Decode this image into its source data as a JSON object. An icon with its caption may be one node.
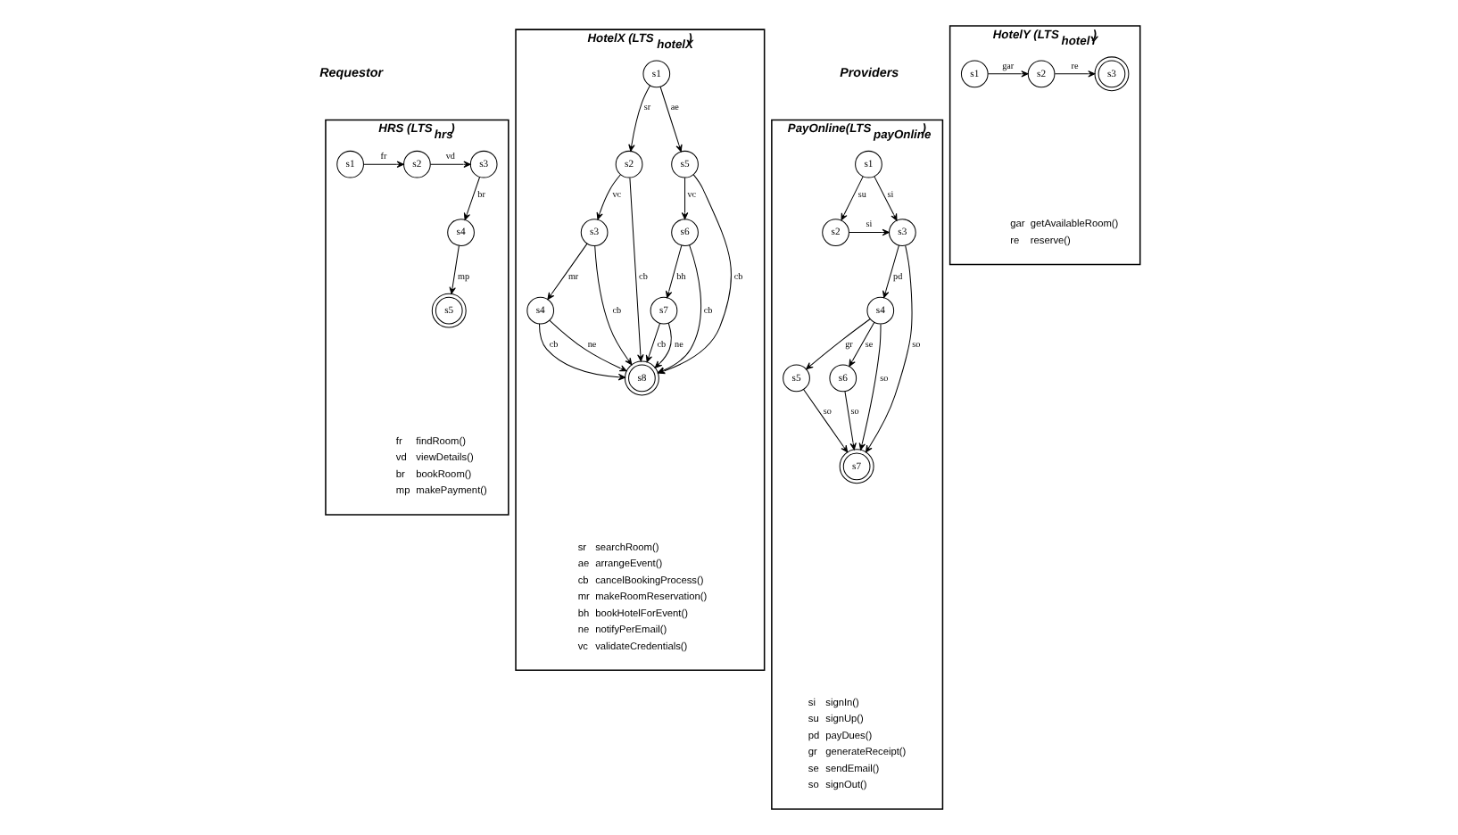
{
  "diagram": {
    "nodes": [
      {
        "text": [
          "HRS (LTS$_{hrs}$)",
          "fr",
          "findRoom()",
          "vd",
          "viewDetails()",
          "br",
          "bookRoom()",
          "mp",
          "makePayment()"
        ]
      },
      {
        "text": [
          "s1"
        ],
        "in": 0
      },
      {
        "text": [
          "s2"
        ],
        "in": 0
      },
      {
        "text": [
          "s3"
        ],
        "in": 0
      },
      {
        "text": [
          "s4"
        ],
        "in": 0
      },
      {
        "text": [
          "s5"
        ],
        "in": 0
      },
      {
        "text": [
          "HotelX (LTS$_{hotelX}$)",
          "sr",
          "searchRoom()",
          "ae",
          "arrangeEvent()",
          "cb",
          "cancelBookingProcess()",
          "mr",
          "makeRoomReservation()",
          "bh",
          "bookHotelForEvent()",
          "ne",
          "notifyPerEmail()",
          "vc",
          "validateCredentials()"
        ]
      },
      {
        "text": [
          "s1"
        ],
        "in": 6
      },
      {
        "text": [
          "s2"
        ],
        "in": 6
      },
      {
        "text": [
          "s3"
        ],
        "in": 6
      },
      {
        "text": [
          "s4"
        ],
        "in": 6
      },
      {
        "text": [
          "s5"
        ],
        "in": 6
      },
      {
        "text": [
          "s6"
        ],
        "in": 6
      },
      {
        "text": [
          "s7"
        ],
        "in": 6
      },
      {
        "text": [
          "s8"
        ],
        "in": 6
      },
      {
        "text": [
          "PayOnline(LTS$_{payOnline}$)",
          "si",
          "signIn()",
          "su",
          "signUp()",
          "pd",
          "payDues()",
          "gr",
          "generateReceipt()",
          "se",
          "sendEmail()",
          "so",
          "signOut()"
        ]
      },
      {
        "text": [
          "s1"
        ],
        "in": 15
      },
      {
        "text": [
          "s2"
        ],
        "in": 15
      },
      {
        "text": [
          "s3"
        ],
        "in": 15
      },
      {
        "text": [
          "s4"
        ],
        "in": 15
      },
      {
        "text": [
          "s5"
        ],
        "in": 15
      },
      {
        "text": [
          "s6"
        ],
        "in": 15
      },
      {
        "text": [
          "s7"
        ],
        "in": 15
      },
      {
        "text": [
          "HotelY (LTS$_{hotelY}$)",
          "gar",
          "getAvailableRoom()",
          "re",
          "reserve()"
        ]
      },
      {
        "text": [
          "s1"
        ],
        "in": 23
      },
      {
        "text": [
          "s2"
        ],
        "in": 23
      },
      {
        "text": [
          "s3"
        ],
        "in": 23
      }
    ],
    "edges": [
      {
        "from": 1,
        "to": 2,
        "arrow": "to",
        "label": "fr"
      },
      {
        "from": 2,
        "to": 3,
        "arrow": "to",
        "label": "vd"
      },
      {
        "from": 3,
        "to": 4,
        "arrow": "to",
        "label": "br"
      },
      {
        "from": 4,
        "to": 5,
        "arrow": "to",
        "label": "mp"
      },
      {
        "from": 7,
        "to": 8,
        "arrow": "to",
        "label": "sr"
      },
      {
        "from": 7,
        "to": 11,
        "arrow": "to",
        "label": "ae"
      },
      {
        "from": 8,
        "to": 9,
        "arrow": "to",
        "label": "vc"
      },
      {
        "from": 11,
        "to": 12,
        "arrow": "to",
        "label": "vc"
      },
      {
        "from": 9,
        "to": 10,
        "arrow": "to",
        "label": "mr"
      },
      {
        "from": 12,
        "to": 13,
        "arrow": "to",
        "label": "bh"
      },
      {
        "from": 8,
        "to": 14,
        "arrow": "to",
        "label": "cb"
      },
      {
        "from": 11,
        "to": 14,
        "arrow": "to",
        "label": "cb"
      },
      {
        "from": 9,
        "to": 14,
        "arrow": "to",
        "label": "cb"
      },
      {
        "from": 12,
        "to": 14,
        "arrow": "to",
        "label": "cb"
      },
      {
        "from": 10,
        "to": 14,
        "arrow": "to",
        "label": "cb"
      },
      {
        "from": 13,
        "to": 14,
        "arrow": "to",
        "label": "cb"
      },
      {
        "from": 10,
        "to": 14,
        "arrow": "to",
        "label": "ne"
      },
      {
        "from": 13,
        "to": 14,
        "arrow": "to",
        "label": "ne"
      },
      {
        "from": 16,
        "to": 18,
        "arrow": "to",
        "label": "si"
      },
      {
        "from": 16,
        "to": 17,
        "arrow": "to",
        "label": "su"
      },
      {
        "from": 17,
        "to": 18,
        "arrow": "to",
        "label": "si"
      },
      {
        "from": 18,
        "to": 19,
        "arrow": "to",
        "label": "pd"
      },
      {
        "from": 18,
        "to": 22,
        "arrow": "to",
        "label": "so"
      },
      {
        "from": 19,
        "to": 21,
        "arrow": "to",
        "label": "se"
      },
      {
        "from": 19,
        "to": 20,
        "arrow": "to",
        "label": "gr"
      },
      {
        "from": 19,
        "to": 22,
        "arrow": "to",
        "label": "so"
      },
      {
        "from": 21,
        "to": 22,
        "arrow": "to",
        "label": "so"
      },
      {
        "from": 20,
        "to": 22,
        "arrow": "to",
        "label": "so"
      },
      {
        "from": 24,
        "to": 25,
        "arrow": "to",
        "label": "gar"
      },
      {
        "from": 25,
        "to": 26,
        "arrow": "to",
        "label": "re"
      }
    ],
    "labels": [
      "Requestor",
      "Providers"
    ]
  }
}
